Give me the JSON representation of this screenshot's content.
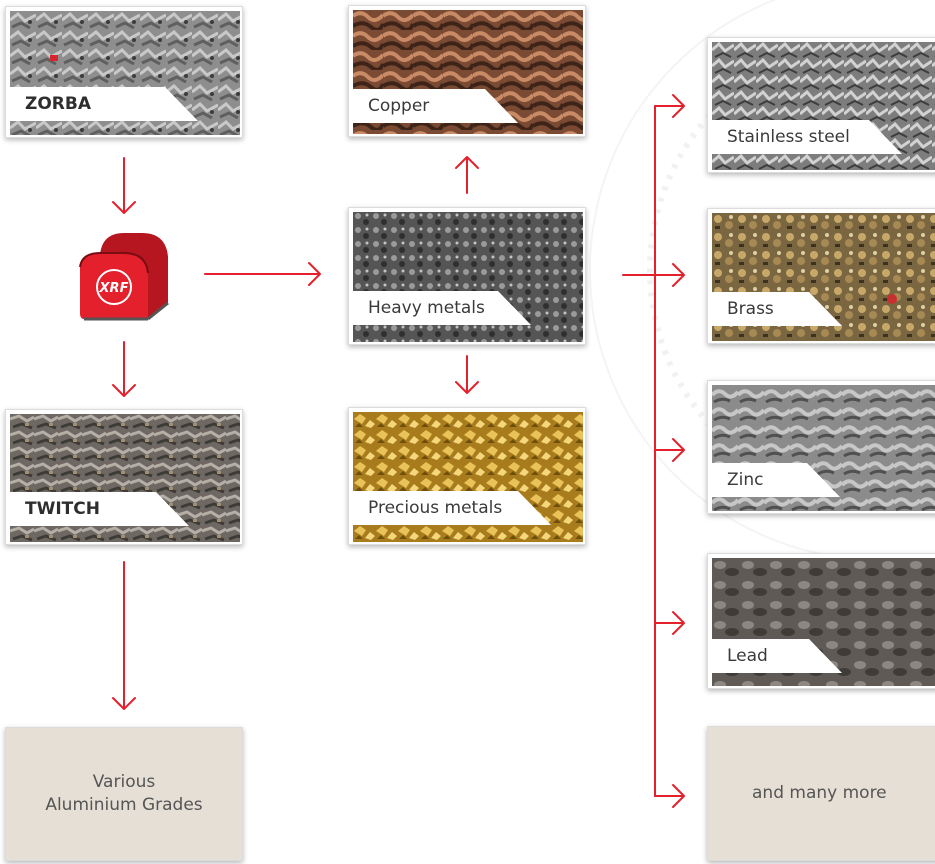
{
  "colors": {
    "arrow": "#e3202c",
    "tile": "#e6dfd6",
    "machine": "#e3202c"
  },
  "machine": {
    "logo_text": "XRF",
    "icon": "xrf-sorter-icon"
  },
  "inputs": {
    "zorba": {
      "label": "ZORBA"
    },
    "twitch": {
      "label": "TWITCH"
    },
    "aluminium": {
      "line1": "Various",
      "line2": "Aluminium Grades"
    }
  },
  "heavy": {
    "heavy_metals": {
      "label": "Heavy metals"
    },
    "copper": {
      "label": "Copper"
    },
    "precious": {
      "label": "Precious metals"
    }
  },
  "outputs": [
    {
      "label": "Stainless steel"
    },
    {
      "label": "Brass"
    },
    {
      "label": "Zinc"
    },
    {
      "label": "Lead"
    }
  ],
  "more": {
    "label": "and many more"
  }
}
